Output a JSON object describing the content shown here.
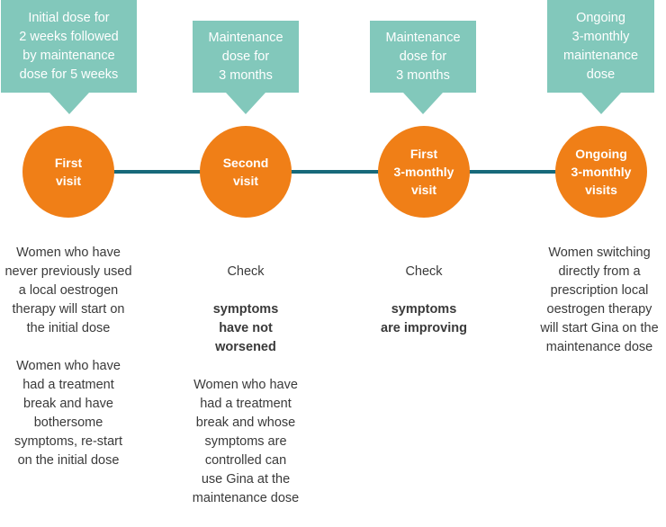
{
  "colors": {
    "callout": "#82c8bb",
    "circle": "#f07f17",
    "line": "#17697a"
  },
  "stages": [
    {
      "callout": "Initial dose for\n2 weeks followed\nby maintenance\ndose for 5 weeks",
      "label": "First\nvisit",
      "paragraphs": [
        "Women who have\nnever previously used\na local oestrogen\ntherapy will start on\nthe initial dose",
        "Women who have\nhad a treatment\nbreak and have\nbothersome\nsymptoms, re-start\non the initial dose"
      ]
    },
    {
      "callout": "Maintenance\ndose for\n3 months",
      "label": "Second\nvisit",
      "check": "Check",
      "check_bold": "symptoms\nhave not\nworsened",
      "paragraphs": [
        "Women who have\nhad a treatment\nbreak and whose\nsymptoms are\ncontrolled can\nuse Gina at the\nmaintenance dose"
      ]
    },
    {
      "callout": "Maintenance\ndose for\n3 months",
      "label": "First\n3-monthly\nvisit",
      "check": "Check",
      "check_bold": "symptoms\nare improving"
    },
    {
      "callout": "Ongoing\n3-monthly\nmaintenance\ndose",
      "label": "Ongoing\n3-monthly\nvisits",
      "paragraphs": [
        "Women switching\ndirectly from a\nprescription local\noestrogen therapy\nwill start Gina on the\nmaintenance dose"
      ]
    }
  ]
}
